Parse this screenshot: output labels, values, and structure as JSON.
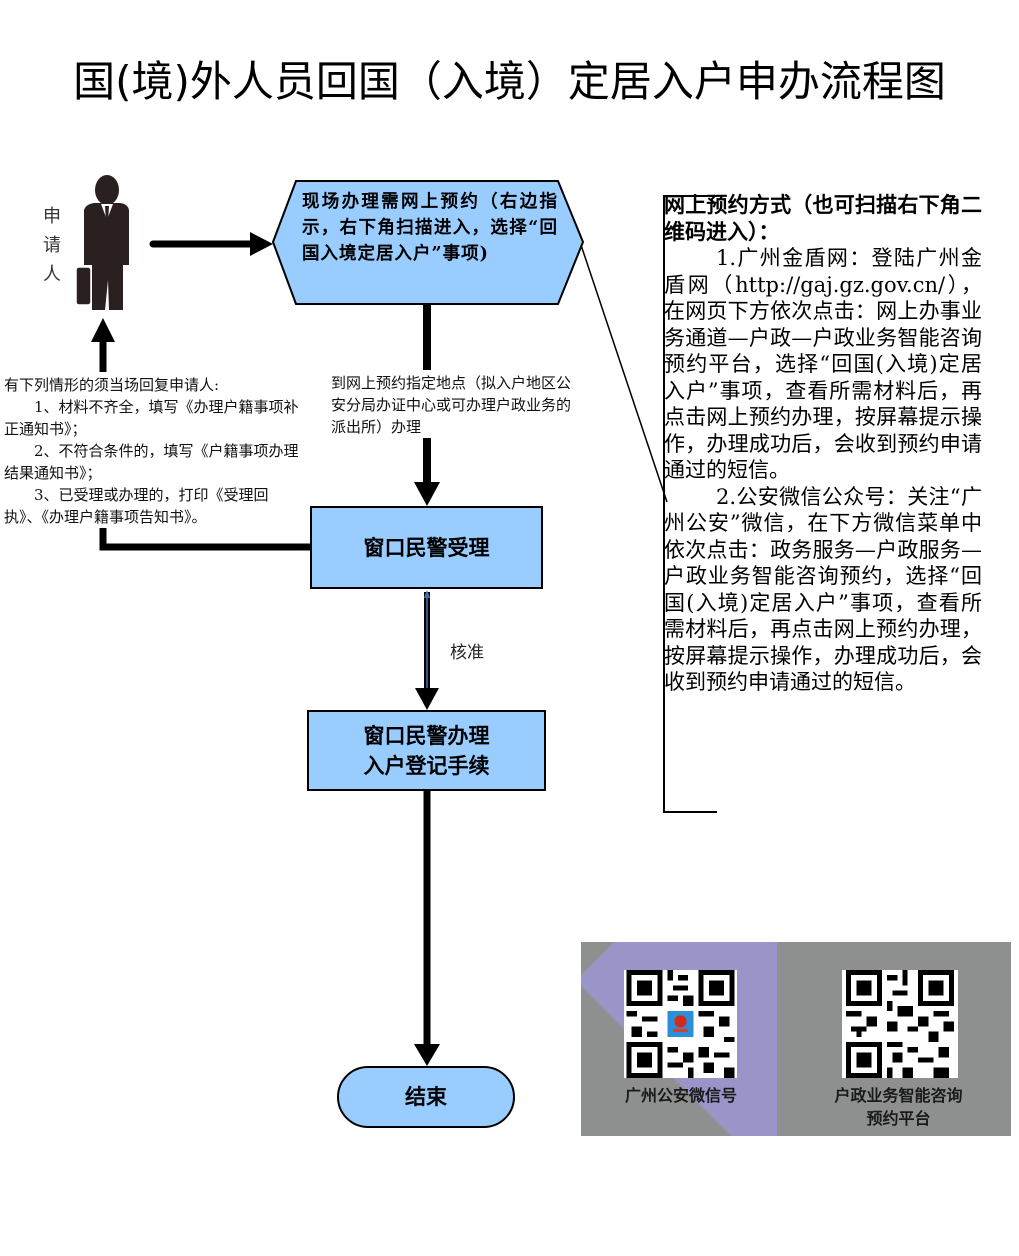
{
  "page": {
    "title": "国(境)外人员回国（入境）定居入户申办流程图"
  },
  "applicant": {
    "label_chars": [
      "申",
      "请",
      "人"
    ],
    "icon": "businessman-with-briefcase-icon"
  },
  "flow": {
    "start_step": "现场办理需网上预约（右边指示，右下角扫描进入，选择“回国入境定居入户”事项)",
    "route_note": "到网上预约指定地点（拟入户地区公安分局办证中心或可办理户政业务的派出所）办理",
    "accept_step": "窗口民警受理",
    "approve_label": "核准",
    "register_step_line1": "窗口民警办理",
    "register_step_line2": "入户登记手续",
    "end_step": "结束"
  },
  "return_note": {
    "intro": "有下列情形的须当场回复申请人:",
    "items": [
      "1、材料不齐全，填写《办理户籍事项补正通知书》；",
      "2、不符合条件的，填写《户籍事项办理结果通知书》；",
      "3、已受理或办理的，打印《受理回执》、《办理户籍事项告知书》。"
    ]
  },
  "online_booking": {
    "heading": "网上预约方式（也可扫描右下角二维码进入）：",
    "method1": "1.广州金盾网：登陆广州金盾网（http://gaj.gz.gov.cn/），在网页下方依次点击：网上办事业务通道—户政—户政业务智能咨询预约平台，选择“回国(入境)定居入户”事项，查看所需材料后，再点击网上预约办理，按屏幕提示操作，办理成功后，会收到预约申请通过的短信。",
    "method2": "2.公安微信公众号：关注“广州公安”微信，在下方微信菜单中依次点击：政务服务—户政服务—户政业务智能咨询预约，选择“回国(入境)定居入户”事项，查看所需材料后，再点击网上预约办理，按屏幕提示操作，办理成功后，会收到预约申请通过的短信。"
  },
  "qr_codes": [
    {
      "caption": "广州公安微信号",
      "icon": "qr-code-with-police-badge-icon"
    },
    {
      "caption_line1": "户政业务智能咨询",
      "caption_line2": "预约平台",
      "icon": "qr-code-icon"
    }
  ],
  "colors": {
    "box_fill": "#99ccff",
    "stroke": "#000000",
    "qr_panel_gray": "#8e908f",
    "qr_panel_violet": "#9a95c8"
  }
}
